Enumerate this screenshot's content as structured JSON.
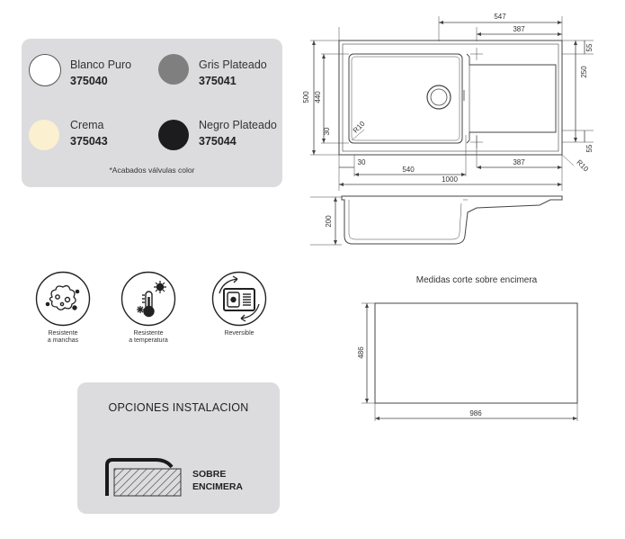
{
  "colors_panel": {
    "items": [
      {
        "name": "Blanco Puro",
        "code": "375040",
        "swatch": "#ffffff"
      },
      {
        "name": "Gris Plateado",
        "code": "375041",
        "swatch": "#7f7f7f"
      },
      {
        "name": "Crema",
        "code": "375043",
        "swatch": "#fbf0cf"
      },
      {
        "name": "Negro Plateado",
        "code": "375044",
        "swatch": "#1c1b1d"
      }
    ],
    "note": "*Acabados válvulas color"
  },
  "drawing": {
    "dims": {
      "d547": "547",
      "d387_top": "387",
      "d55_top": "55",
      "d250": "250",
      "d500": "500",
      "d440": "440",
      "d30_left": "30",
      "r10_inner": "R10",
      "d55_bottom": "55",
      "d30_bottom": "30",
      "d540": "540",
      "d387_bottom": "387",
      "r10_outer": "R10",
      "d1000": "1000",
      "d200": "200"
    }
  },
  "features": [
    {
      "label": "Resistente\na manchas",
      "icon": "stain-icon"
    },
    {
      "label": "Resistente\na temperatura",
      "icon": "thermometer-icon"
    },
    {
      "label": "Reversible",
      "icon": "reversible-sink-icon"
    }
  ],
  "cutout": {
    "title": "Medidas corte sobre encimera",
    "height": "486",
    "width": "986"
  },
  "install": {
    "title": "OPCIONES INSTALACION",
    "option_line1": "SOBRE",
    "option_line2": "ENCIMERA"
  }
}
